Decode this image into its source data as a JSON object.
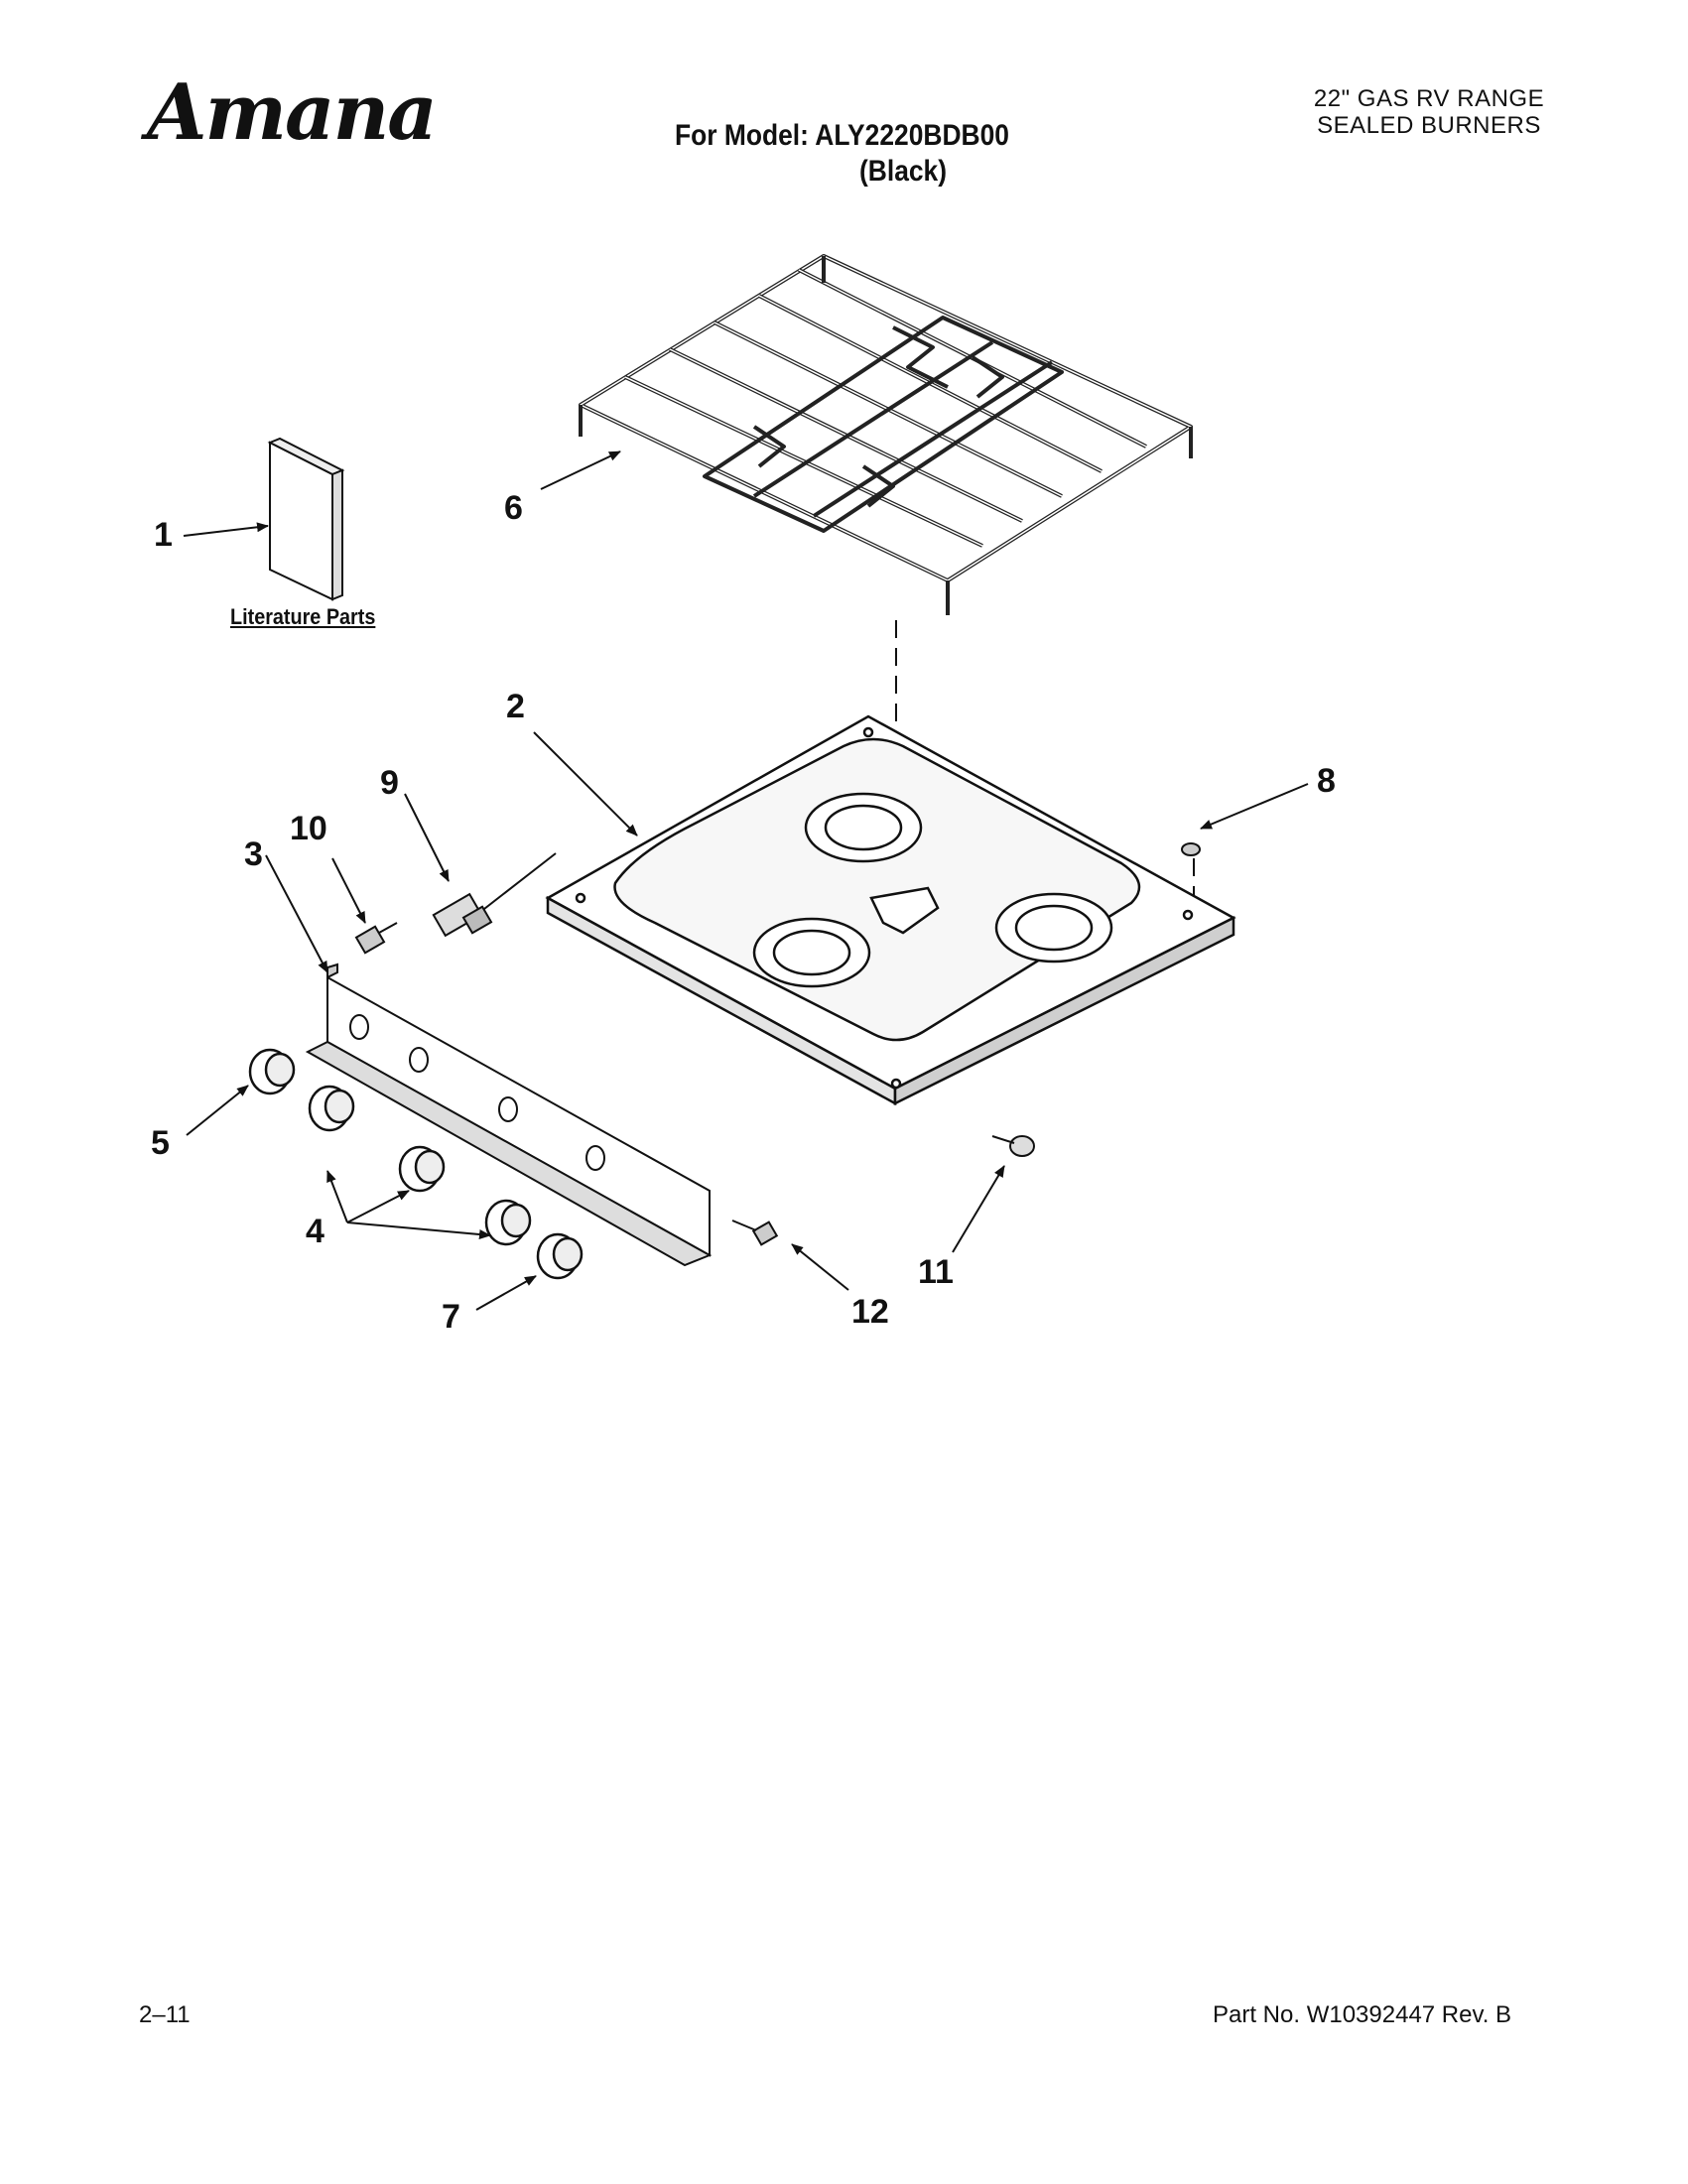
{
  "header": {
    "brand": "Amana",
    "model_line": "For Model: ALY2220BDB00",
    "variant": "(Black)",
    "product_line1": "22\" GAS RV RANGE",
    "product_line2": "SEALED BURNERS"
  },
  "literature_label": "Literature Parts",
  "callouts": {
    "c1": "1",
    "c2": "2",
    "c3": "3",
    "c4": "4",
    "c5": "5",
    "c6": "6",
    "c7": "7",
    "c8": "8",
    "c9": "9",
    "c10": "10",
    "c11": "11",
    "c12": "12"
  },
  "footer": {
    "page": "2–11",
    "part_number": "Part No. W10392447 Rev. B"
  }
}
